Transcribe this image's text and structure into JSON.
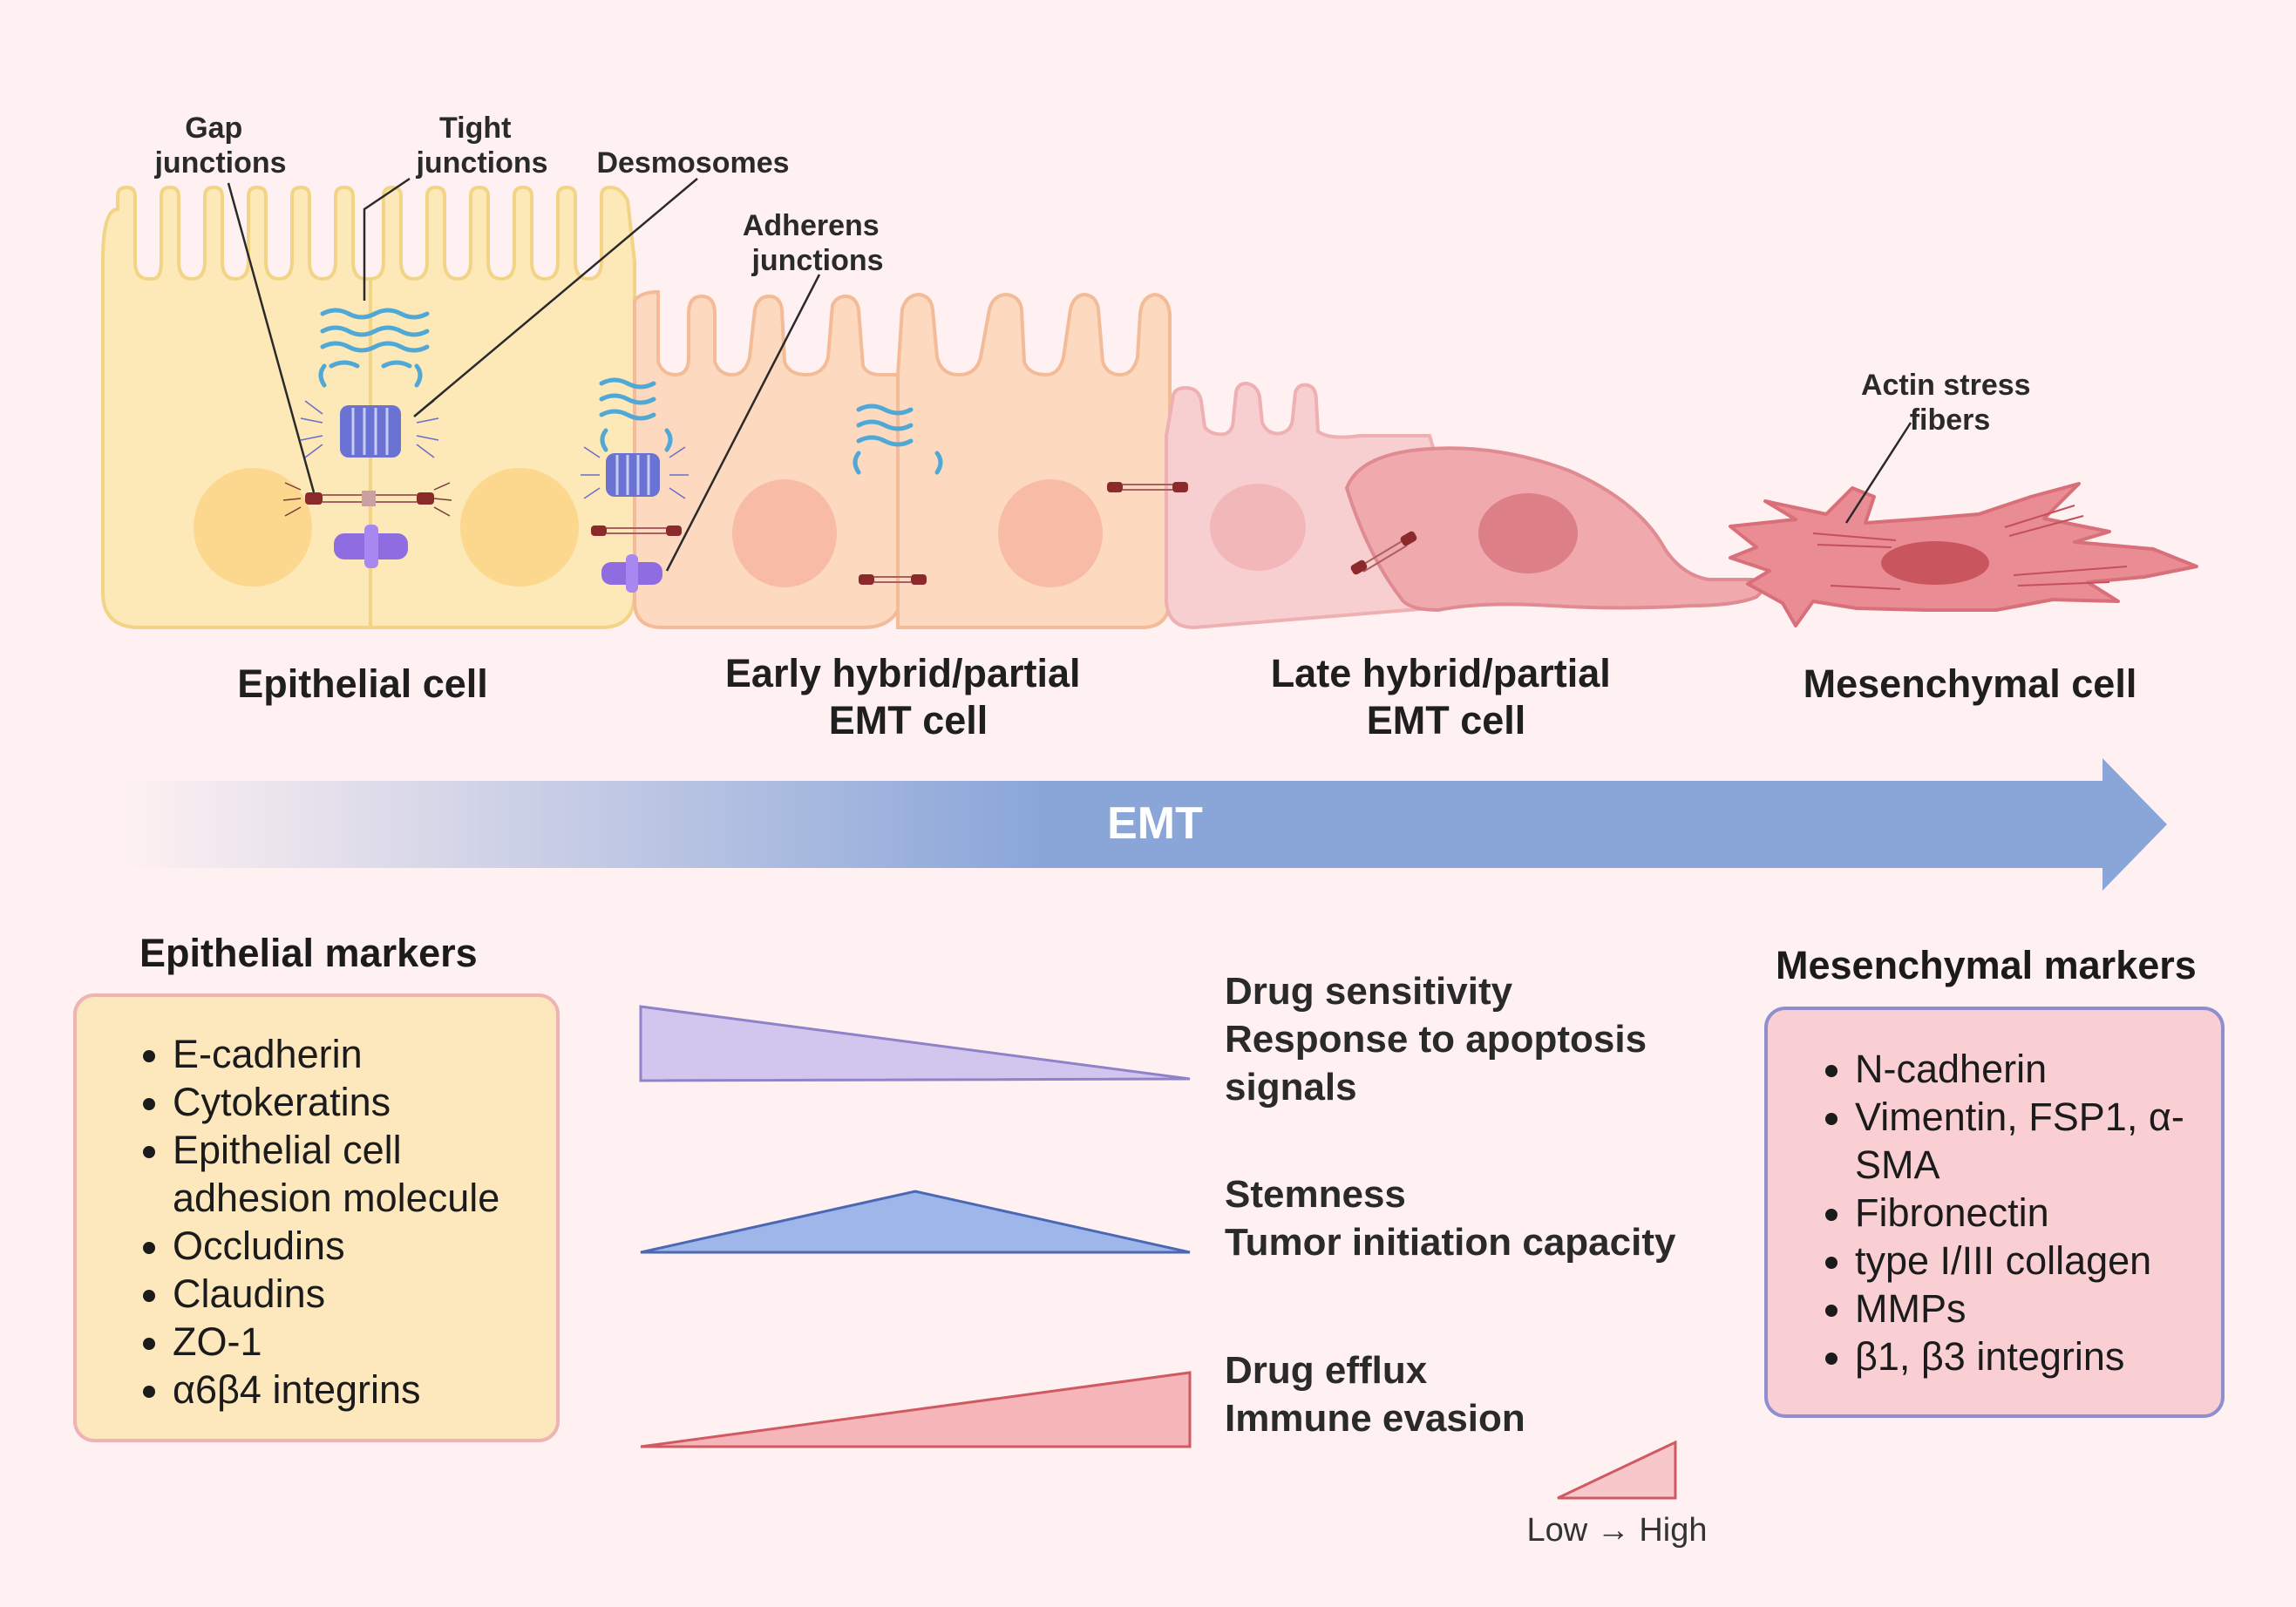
{
  "junction_labels": {
    "gap": [
      "Gap",
      "junctions"
    ],
    "tight": [
      "Tight",
      "junctions"
    ],
    "desmosomes": "Desmosomes",
    "adherens": [
      "Adherens",
      "junctions"
    ],
    "actin": [
      "Actin stress",
      "fibers"
    ]
  },
  "stages": {
    "epithelial": "Epithelial cell",
    "early": [
      "Early hybrid/partial",
      "EMT cell"
    ],
    "late": [
      "Late hybrid/partial",
      "EMT cell"
    ],
    "mesenchymal": "Mesenchymal cell"
  },
  "arrow_label": "EMT",
  "epithelial_markers": {
    "heading": "Epithelial markers",
    "items": [
      "E-cadherin",
      "Cytokeratins",
      "Epithelial cell adhesion molecule",
      "Occludins",
      "Claudins",
      "ZO-1",
      "α6β4 integrins"
    ]
  },
  "mesenchymal_markers": {
    "heading": "Mesenchymal markers",
    "items": [
      "N-cadherin",
      "Vimentin, FSP1, α-SMA",
      "Fibronectin",
      "type I/III collagen",
      "MMPs",
      "β1, β3 integrins"
    ]
  },
  "trends": [
    {
      "lines": [
        "Drug sensitivity",
        "Response to apoptosis",
        "signals"
      ],
      "shape": "decreasing",
      "color": "#d2c6ee"
    },
    {
      "lines": [
        "Stemness",
        "Tumor initiation capacity"
      ],
      "shape": "peak",
      "color": "#9fb6ea"
    },
    {
      "lines": [
        "Drug efflux",
        "Immune evasion"
      ],
      "shape": "increasing",
      "color": "#f6b5b8"
    }
  ],
  "legend": {
    "text": "Low → High"
  },
  "colors": {
    "epithelial": "#fde8b8",
    "early": "#fcd9bf",
    "late": "#f8cfd0",
    "mesenchymal": "#e98c93",
    "arrow": "#8aa6d9",
    "epithelial_box": "#fde7bd",
    "mesenchymal_box": "#f9cfd3"
  }
}
